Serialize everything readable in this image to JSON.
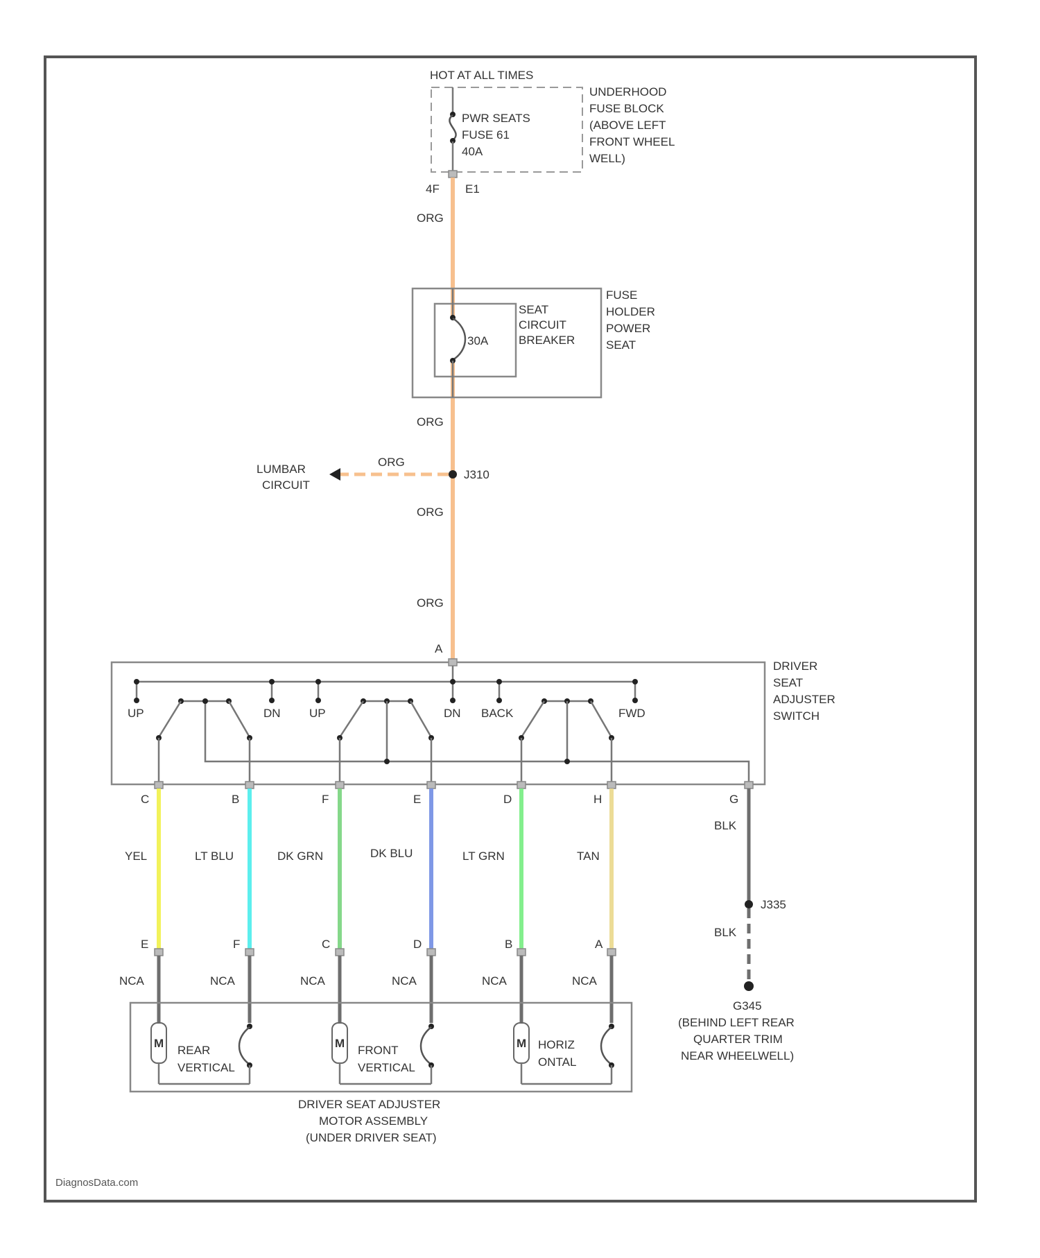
{
  "header": {
    "hot_label": "HOT AT ALL TIMES"
  },
  "underhood_fuse_block": {
    "name": [
      "UNDERHOOD",
      "FUSE BLOCK",
      "(ABOVE LEFT",
      "FRONT WHEEL",
      "WELL)"
    ],
    "fuse_label": [
      "PWR SEATS",
      "FUSE 61",
      "40A"
    ],
    "terminals": [
      "4F",
      "E1"
    ]
  },
  "fuse_holder": {
    "name": [
      "FUSE",
      "HOLDER",
      "POWER",
      "SEAT"
    ],
    "breaker_label": [
      "SEAT",
      "CIRCUIT",
      "BREAKER"
    ],
    "breaker_rating": "30A"
  },
  "splice": {
    "id": "J310",
    "branch_label": [
      "LUMBAR",
      "CIRCUIT"
    ],
    "branch_wire": "ORG"
  },
  "feed_wire_labels": [
    "ORG",
    "ORG",
    "ORG",
    "ORG"
  ],
  "switch": {
    "name": [
      "DRIVER",
      "SEAT",
      "ADJUSTER",
      "SWITCH"
    ],
    "input_pin": "A",
    "positions": [
      "UP",
      "DN",
      "UP",
      "DN",
      "BACK",
      "FWD"
    ],
    "ground_pin": "G",
    "ground_wire": "BLK"
  },
  "harness_wires": [
    {
      "switch_pin": "C",
      "color_name": "YEL",
      "color": "#f2f25a",
      "motor_pin": "E"
    },
    {
      "switch_pin": "B",
      "color_name": "LT BLU",
      "color": "#5cefee",
      "motor_pin": "F"
    },
    {
      "switch_pin": "F",
      "color_name": "DK GRN",
      "color": "#85d88a",
      "motor_pin": "C"
    },
    {
      "switch_pin": "E",
      "color_name": "DK BLU",
      "color": "#7f98e6",
      "motor_pin": "D"
    },
    {
      "switch_pin": "D",
      "color_name": "LT GRN",
      "color": "#83ef8d",
      "motor_pin": "B"
    },
    {
      "switch_pin": "H",
      "color_name": "TAN",
      "color": "#ecdc96",
      "motor_pin": "A"
    }
  ],
  "connector_label": "NCA",
  "motors": [
    {
      "symbol": "M",
      "label": [
        "REAR",
        "VERTICAL"
      ]
    },
    {
      "symbol": "M",
      "label": [
        "FRONT",
        "VERTICAL"
      ]
    },
    {
      "symbol": "M",
      "label": [
        "HORIZ",
        "ONTAL"
      ]
    }
  ],
  "motor_assembly": {
    "name": [
      "DRIVER SEAT ADJUSTER",
      "MOTOR ASSEMBLY",
      "(UNDER DRIVER SEAT)"
    ]
  },
  "ground": {
    "splice_id": "J335",
    "wire": "BLK",
    "name": [
      "G345",
      "(BEHIND LEFT REAR",
      "QUARTER TRIM",
      "NEAR WHEELWELL)"
    ]
  },
  "watermark": "DiagnosData.com",
  "colors": {
    "feed_wire": "#f7c08e",
    "frame": "#555555",
    "box": "#888888",
    "ground_wire": "#6e6e6e"
  }
}
